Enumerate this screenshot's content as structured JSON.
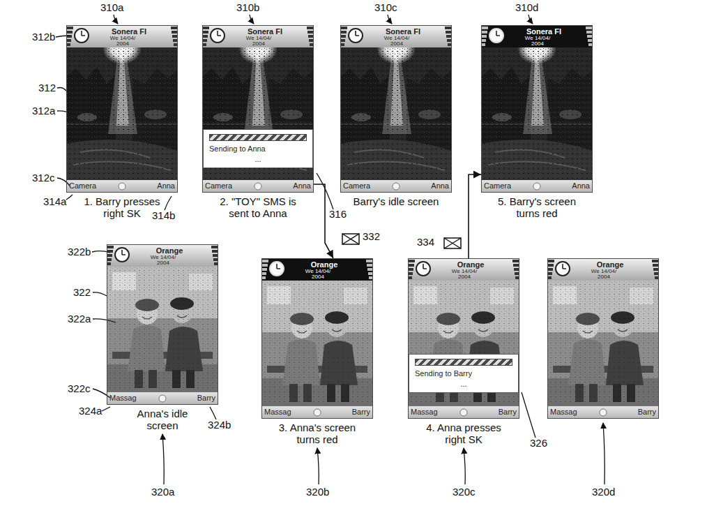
{
  "diagram": {
    "nodes": [
      {
        "text": [
          "Sonera FI",
          "We 14/04/ 2004",
          "Camera",
          "Anna"
        ]
      },
      {
        "text": [
          "Sonera FI",
          "We 14/04/ 2004",
          "Camera",
          "Anna"
        ]
      },
      {
        "text": [
          "Sending to Anna",
          "..."
        ],
        "in": 1
      },
      {
        "text": [
          "Sonera FI",
          "We 14/04/ 2004",
          "Camera",
          "Anna"
        ]
      },
      {
        "text": [
          "Sonera FI",
          "We 14/04/ 2004",
          "Camera",
          "Anna"
        ]
      },
      {
        "text": [
          "Orange",
          "We 14/04/ 2004",
          "Massag",
          "Barry"
        ]
      },
      {
        "text": [
          "Orange",
          "We 14/04/ 2004",
          "Massag",
          "Barry"
        ]
      },
      {
        "text": [
          "Orange",
          "We 14/04/ 2004",
          "Massag",
          "Barry"
        ]
      },
      {
        "text": [
          "Sending to Barry",
          "..."
        ],
        "in": 7
      },
      {
        "text": [
          "Orange",
          "We 14/04/ 2004",
          "Massag",
          "Barry"
        ]
      }
    ],
    "edges": [
      {
        "from": 1,
        "to": 6,
        "arrow": "to"
      },
      {
        "from": 7,
        "to": 4,
        "arrow": "to"
      }
    ],
    "labels": [
      "310a",
      "310b",
      "310c",
      "310d",
      "312b",
      "312",
      "312a",
      "312c",
      "314a",
      "314b",
      "1. Barry presses right SK",
      "2. \"TOY\" SMS is sent to Anna",
      "316",
      "Barry's idle screen",
      "5. Barry's screen turns red",
      "332",
      "334",
      "322b",
      "322",
      "322a",
      "322c",
      "324a",
      "324b",
      "Anna's idle screen",
      "3. Anna's screen turns red",
      "4. Anna presses right SK",
      "326",
      "320a",
      "320b",
      "320c",
      "320d"
    ]
  }
}
